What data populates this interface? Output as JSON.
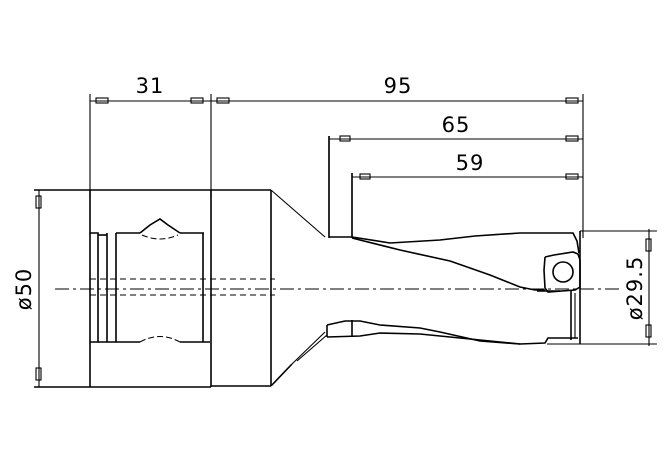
{
  "drawing": {
    "title": "Indexable drill holder side view",
    "dimensions": {
      "shank_length": "31",
      "overall_length": "95",
      "flute_length_outer": "65",
      "flute_length_inner": "59",
      "flange_diameter": "ø50",
      "cutting_diameter": "ø29.5"
    }
  }
}
